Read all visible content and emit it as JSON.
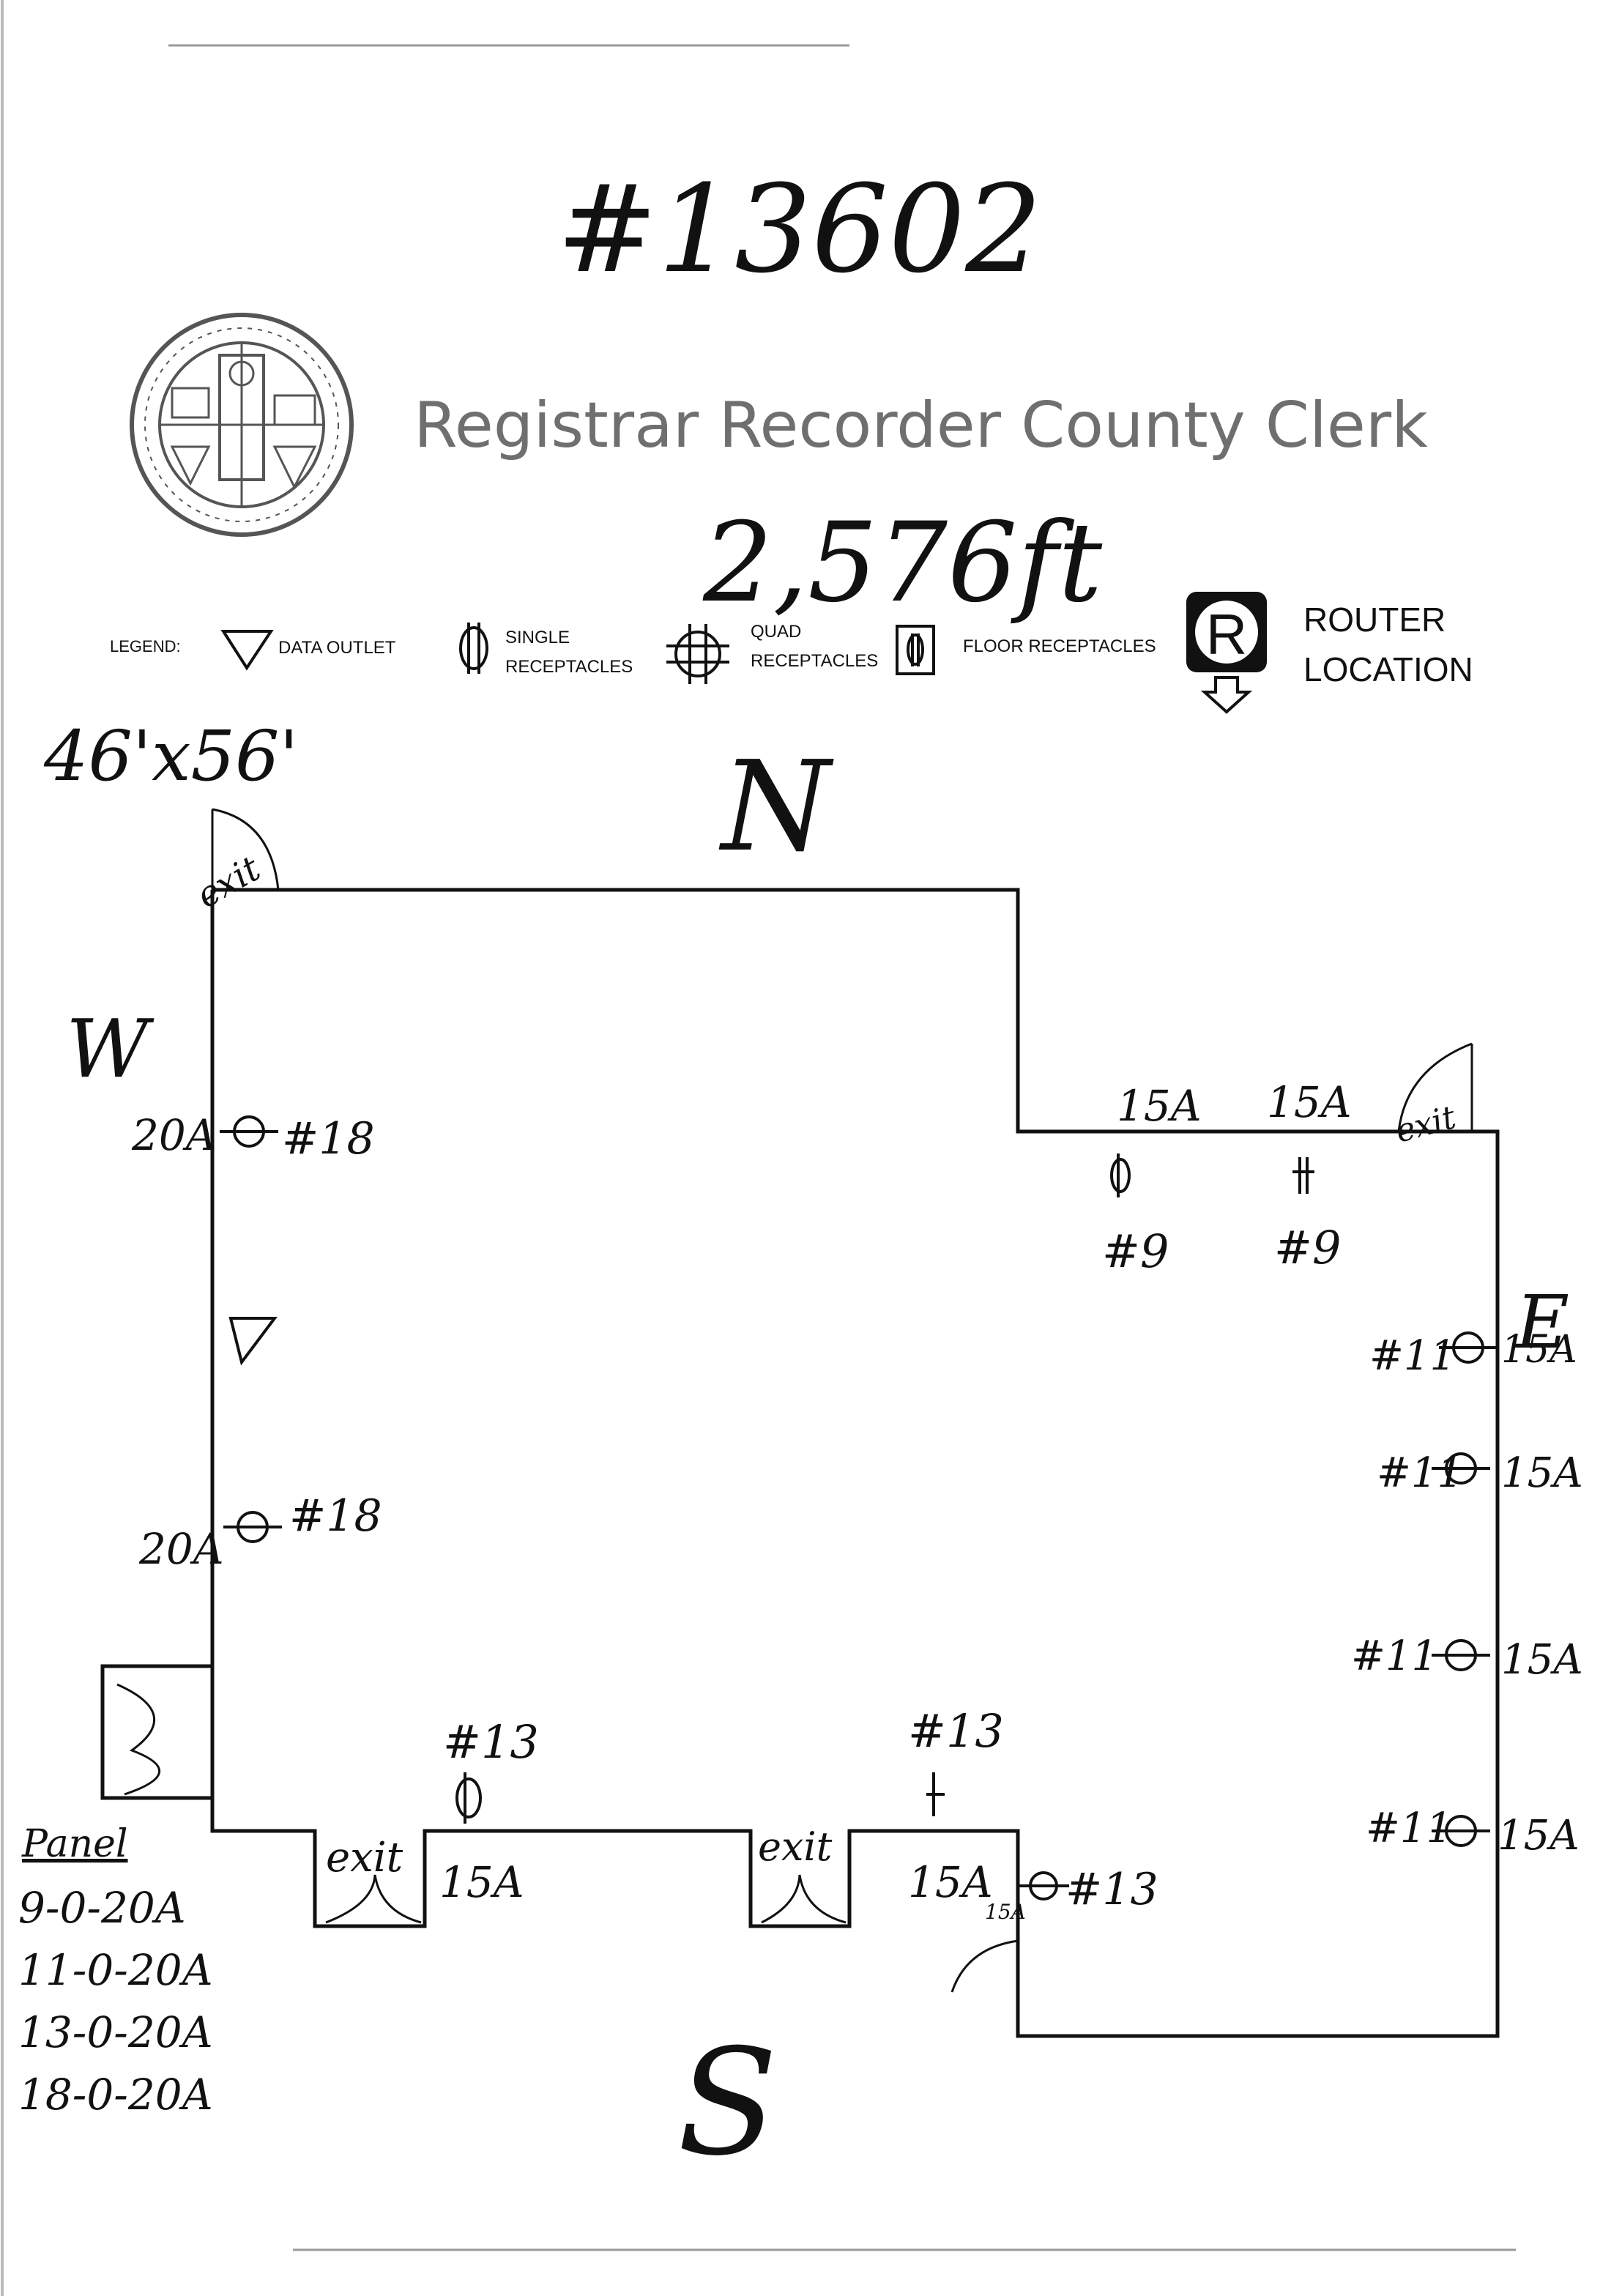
{
  "handwritten": {
    "form_number": "#13602",
    "area": "2,576ft",
    "dimensions": "46'x56'"
  },
  "header": {
    "org_name": "Registrar Recorder County Clerk"
  },
  "legend": {
    "label": "LEGEND:",
    "data_outlet": "DATA OUTLET",
    "single_1": "SINGLE",
    "single_2": "RECEPTACLES",
    "quad_1": "QUAD",
    "quad_2": "RECEPTACLES",
    "floor": "FLOOR RECEPTACLES",
    "router_symbol": "R",
    "router_1": "ROUTER",
    "router_2": "LOCATION"
  },
  "compass": {
    "north": "N",
    "south": "S",
    "east": "E",
    "west": "W"
  },
  "exits": {
    "nw": "exit",
    "ne": "exit",
    "s1": "exit",
    "s2": "exit"
  },
  "west_wall": {
    "r1_amp": "20A",
    "r1_circuit": "#18",
    "r2_amp": "20A",
    "r2_circuit": "#18"
  },
  "north_step": {
    "r1_amp": "15A",
    "r1_circuit": "#9",
    "r2_amp": "15A",
    "r2_circuit": "#9"
  },
  "east_wall": [
    {
      "circuit": "#11",
      "amp": "15A"
    },
    {
      "circuit": "#11",
      "amp": "15A"
    },
    {
      "circuit": "#11",
      "amp": "15A"
    },
    {
      "circuit": "#11",
      "amp": "15A"
    }
  ],
  "south_wall": {
    "r1_circuit": "#13",
    "r1_amp": "15A",
    "r2_circuit": "#13",
    "r2_amp": "15A",
    "r3_amp": "15A",
    "r3_circuit": "#13"
  },
  "panel": {
    "title": "Panel",
    "lines": [
      "9-0-20A",
      "11-0-20A",
      "13-0-20A",
      "18-0-20A"
    ]
  }
}
